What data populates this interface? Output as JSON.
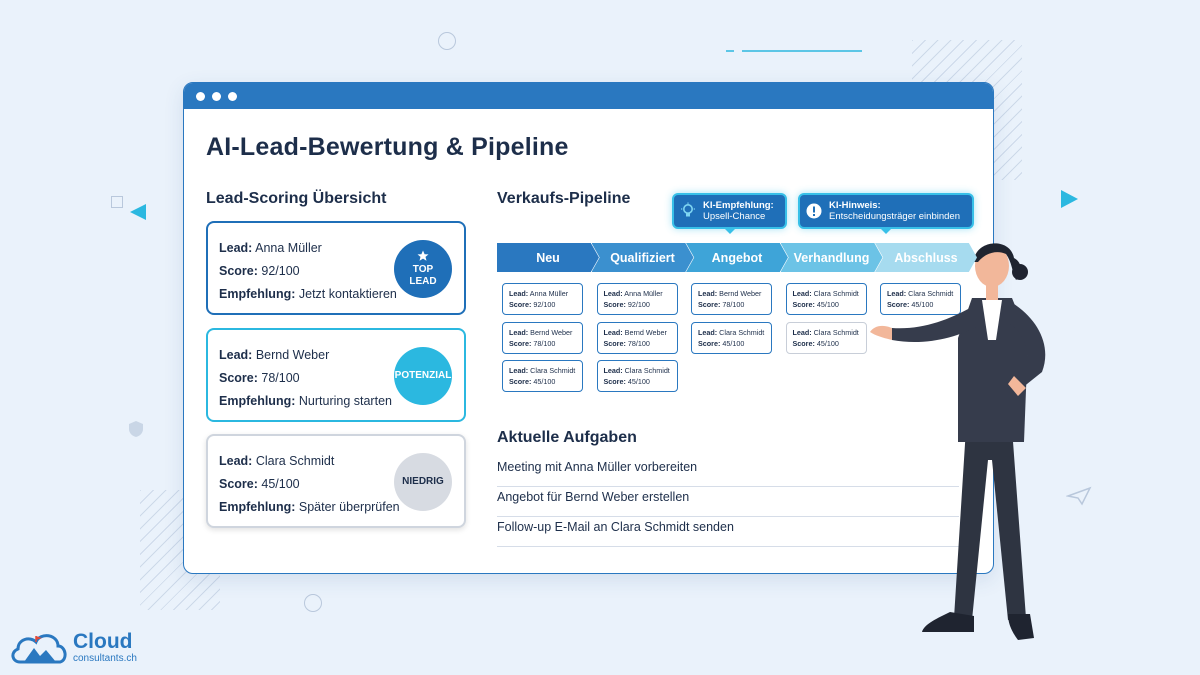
{
  "page": {
    "title": "AI-Lead-Bewertung & Pipeline"
  },
  "scoring": {
    "title": "Lead-Scoring Übersicht",
    "lead_label": "Lead:",
    "score_label": "Score:",
    "recommend_label": "Empfehlung:",
    "cards": [
      {
        "lead": "Anna Müller",
        "score": "92/100",
        "recommendation": "Jetzt kontaktieren",
        "badge": [
          "TOP",
          "LEAD"
        ],
        "badge_icon": "star-icon",
        "color": "#1f6fb8"
      },
      {
        "lead": "Bernd Weber",
        "score": "78/100",
        "recommendation": "Nurturing starten",
        "badge": [
          "POTENZIAL"
        ],
        "color": "#2bb8e0"
      },
      {
        "lead": "Clara Schmidt",
        "score": "45/100",
        "recommendation": "Später überprüfen",
        "badge": [
          "NIEDRIG"
        ],
        "color": "#d7dbe2"
      }
    ]
  },
  "pipeline": {
    "title": "Verkaufs-Pipeline",
    "stages": [
      "Neu",
      "Qualifiziert",
      "Angebot",
      "Verhandlung",
      "Abschluss"
    ],
    "stage_colors": [
      "#2a78c0",
      "#3b90cf",
      "#3ea4d8",
      "#6cc3e6",
      "#a6dbef"
    ],
    "lead_label": "Lead:",
    "score_label": "Score:",
    "columns": [
      [
        {
          "lead": "Anna Müller",
          "score": "92/100"
        },
        {
          "lead": "Bernd Weber",
          "score": "78/100"
        },
        {
          "lead": "Clara Schmidt",
          "score": "45/100"
        }
      ],
      [
        {
          "lead": "Anna Müller",
          "score": "92/100"
        },
        {
          "lead": "Bernd Weber",
          "score": "78/100"
        },
        {
          "lead": "Clara Schmidt",
          "score": "45/100"
        }
      ],
      [
        {
          "lead": "Bernd Weber",
          "score": "78/100"
        },
        {
          "lead": "Clara Schmidt",
          "score": "45/100"
        }
      ],
      [
        {
          "lead": "Clara Schmidt",
          "score": "45/100"
        },
        {
          "lead": "Clara Schmidt",
          "score": "45/100"
        }
      ],
      [
        {
          "lead": "Clara Schmidt",
          "score": "45/100"
        }
      ]
    ],
    "tips": [
      {
        "title": "KI-Empfehlung:",
        "text": "Upsell-Chance",
        "icon": "lightbulb-icon"
      },
      {
        "title": "KI-Hinweis:",
        "text": "Entscheidungsträger einbinden",
        "icon": "alert-icon"
      }
    ]
  },
  "tasks": {
    "title": "Aktuelle Aufgaben",
    "items": [
      "Meeting mit Anna Müller vorbereiten",
      "Angebot für Bernd Weber erstellen",
      "Follow-up E-Mail an Clara Schmidt senden"
    ]
  },
  "brand": {
    "name": "Cloud",
    "domain": "consultants.ch",
    "color": "#2a78c0"
  }
}
